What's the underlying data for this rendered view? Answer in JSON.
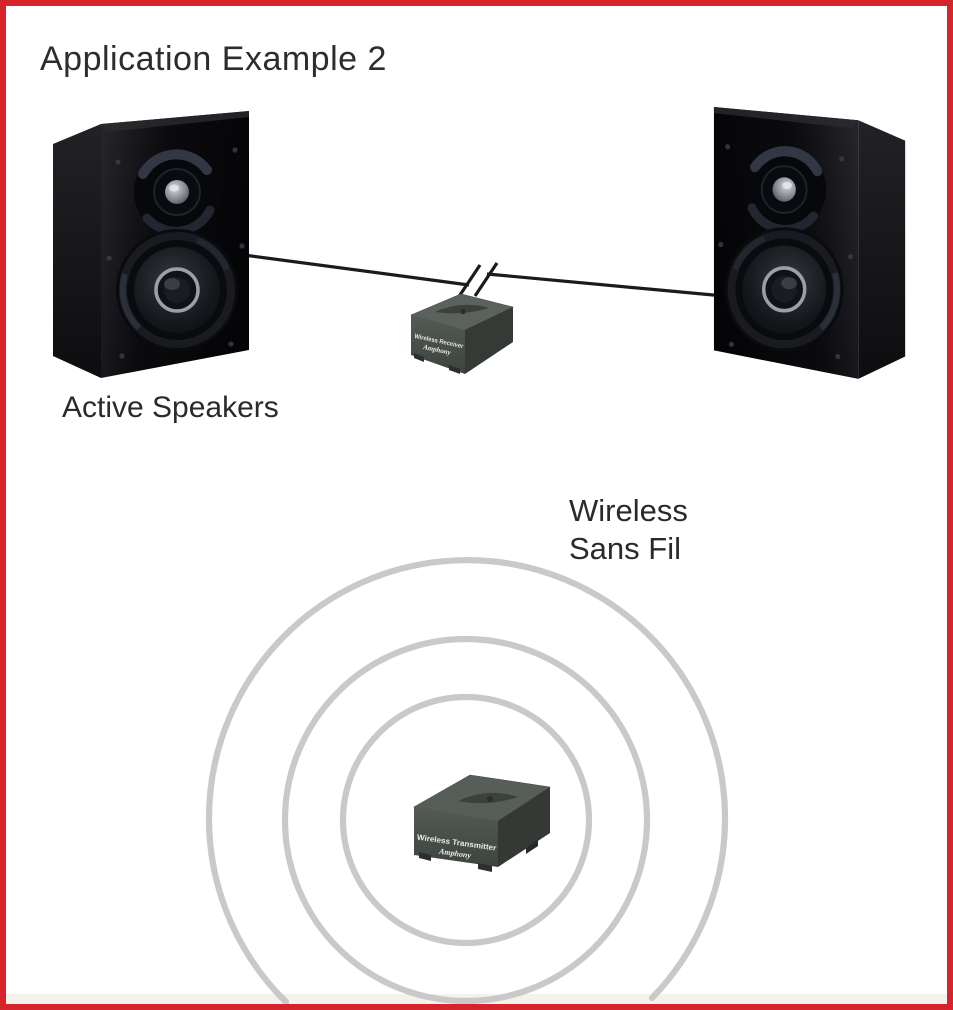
{
  "title": "Application Example 2",
  "labels": {
    "active_speakers": "Active Speakers",
    "wireless_en": "Wireless",
    "wireless_fr": "Sans Fil"
  },
  "devices": {
    "receiver": {
      "name": "Wireless Receiver",
      "brand": "Amphony"
    },
    "transmitter": {
      "name": "Wireless Transmitter",
      "brand": "Amphony"
    }
  },
  "icons": {
    "left_speaker": "bookshelf-speaker",
    "right_speaker": "bookshelf-speaker",
    "wire_break": "cable-break-slashes",
    "radio_waves": "concentric-signal-rings",
    "receiver_box": "wireless-receiver-module",
    "transmitter_box": "wireless-transmitter-module"
  },
  "colors": {
    "frame": "#d5242c",
    "wire": "#1b1b1b",
    "waves": "#c9c9c9",
    "text": "#2d2d2d",
    "device_top": "#575d59",
    "device_front": "#474d49",
    "speaker_body": "#0a0a0d"
  }
}
